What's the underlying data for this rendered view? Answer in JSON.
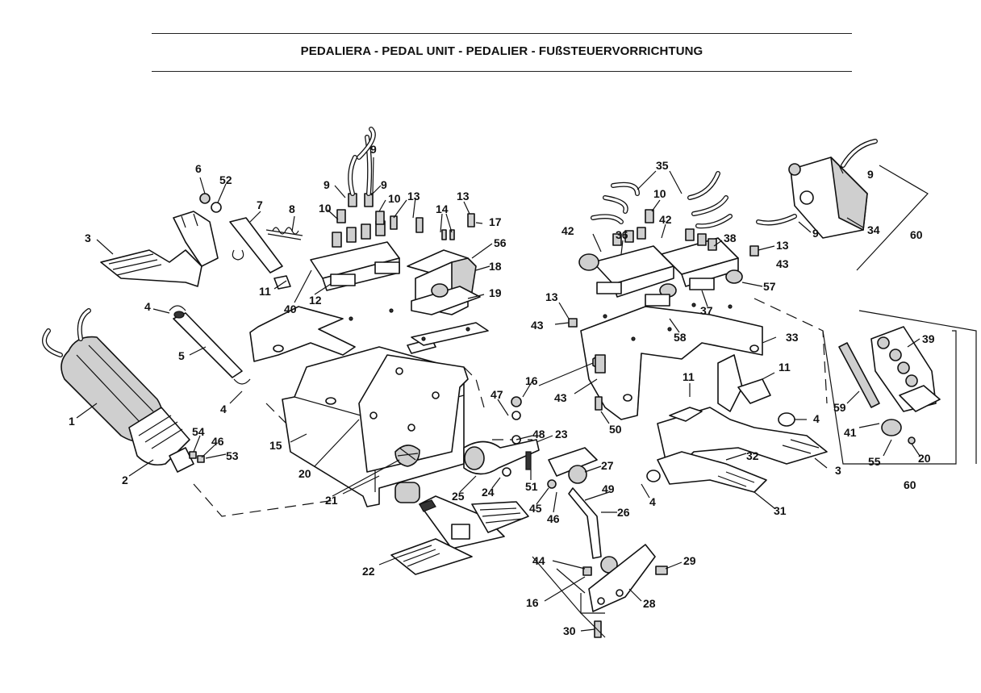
{
  "title": "PEDALIERA - PEDAL UNIT - PEDALIER - FUßSTEUERVORRICHTUNG",
  "callouts": [
    {
      "id": "c-9a",
      "text": "9"
    },
    {
      "id": "c-9b",
      "text": "9"
    },
    {
      "id": "c-9c",
      "text": "9"
    },
    {
      "id": "c-10a",
      "text": "10"
    },
    {
      "id": "c-10b",
      "text": "10"
    },
    {
      "id": "c-13a",
      "text": "13"
    },
    {
      "id": "c-13b",
      "text": "13"
    },
    {
      "id": "c-14",
      "text": "14"
    },
    {
      "id": "c-17",
      "text": "17"
    },
    {
      "id": "c-56",
      "text": "56"
    },
    {
      "id": "c-18",
      "text": "18"
    },
    {
      "id": "c-19",
      "text": "19"
    },
    {
      "id": "c-12",
      "text": "12"
    },
    {
      "id": "c-40",
      "text": "40"
    },
    {
      "id": "c-11a",
      "text": "11"
    },
    {
      "id": "c-6",
      "text": "6"
    },
    {
      "id": "c-52",
      "text": "52"
    },
    {
      "id": "c-7",
      "text": "7"
    },
    {
      "id": "c-8",
      "text": "8"
    },
    {
      "id": "c-3a",
      "text": "3"
    },
    {
      "id": "c-4a",
      "text": "4"
    },
    {
      "id": "c-5",
      "text": "5"
    },
    {
      "id": "c-4b",
      "text": "4"
    },
    {
      "id": "c-1",
      "text": "1"
    },
    {
      "id": "c-2",
      "text": "2"
    },
    {
      "id": "c-54",
      "text": "54"
    },
    {
      "id": "c-46a",
      "text": "46"
    },
    {
      "id": "c-53",
      "text": "53"
    },
    {
      "id": "c-15",
      "text": "15"
    },
    {
      "id": "c-20a",
      "text": "20"
    },
    {
      "id": "c-21",
      "text": "21"
    },
    {
      "id": "c-25",
      "text": "25"
    },
    {
      "id": "c-24",
      "text": "24"
    },
    {
      "id": "c-51",
      "text": "51"
    },
    {
      "id": "c-48",
      "text": "48"
    },
    {
      "id": "c-23",
      "text": "23"
    },
    {
      "id": "c-47",
      "text": "47"
    },
    {
      "id": "c-16a",
      "text": "16"
    },
    {
      "id": "c-22",
      "text": "22"
    },
    {
      "id": "c-27",
      "text": "27"
    },
    {
      "id": "c-49",
      "text": "49"
    },
    {
      "id": "c-45",
      "text": "45"
    },
    {
      "id": "c-46b",
      "text": "46"
    },
    {
      "id": "c-26",
      "text": "26"
    },
    {
      "id": "c-44",
      "text": "44"
    },
    {
      "id": "c-16b",
      "text": "16"
    },
    {
      "id": "c-28",
      "text": "28"
    },
    {
      "id": "c-29",
      "text": "29"
    },
    {
      "id": "c-30",
      "text": "30"
    },
    {
      "id": "c-35",
      "text": "35"
    },
    {
      "id": "c-10c",
      "text": "10"
    },
    {
      "id": "c-42a",
      "text": "42"
    },
    {
      "id": "c-42b",
      "text": "42"
    },
    {
      "id": "c-36",
      "text": "36"
    },
    {
      "id": "c-38",
      "text": "38"
    },
    {
      "id": "c-13c",
      "text": "13"
    },
    {
      "id": "c-43a",
      "text": "43"
    },
    {
      "id": "c-57",
      "text": "57"
    },
    {
      "id": "c-37",
      "text": "37"
    },
    {
      "id": "c-13d",
      "text": "13"
    },
    {
      "id": "c-43b",
      "text": "43"
    },
    {
      "id": "c-58",
      "text": "58"
    },
    {
      "id": "c-33",
      "text": "33"
    },
    {
      "id": "c-43c",
      "text": "43"
    },
    {
      "id": "c-50",
      "text": "50"
    },
    {
      "id": "c-11b",
      "text": "11"
    },
    {
      "id": "c-11c",
      "text": "11"
    },
    {
      "id": "c-32",
      "text": "32"
    },
    {
      "id": "c-3b",
      "text": "3"
    },
    {
      "id": "c-4c",
      "text": "4"
    },
    {
      "id": "c-4d",
      "text": "4"
    },
    {
      "id": "c-31",
      "text": "31"
    },
    {
      "id": "c-9d",
      "text": "9"
    },
    {
      "id": "c-9e",
      "text": "9"
    },
    {
      "id": "c-34",
      "text": "34"
    },
    {
      "id": "c-60a",
      "text": "60"
    },
    {
      "id": "c-39",
      "text": "39"
    },
    {
      "id": "c-59",
      "text": "59"
    },
    {
      "id": "c-41",
      "text": "41"
    },
    {
      "id": "c-55",
      "text": "55"
    },
    {
      "id": "c-20b",
      "text": "20"
    },
    {
      "id": "c-60b",
      "text": "60"
    }
  ]
}
